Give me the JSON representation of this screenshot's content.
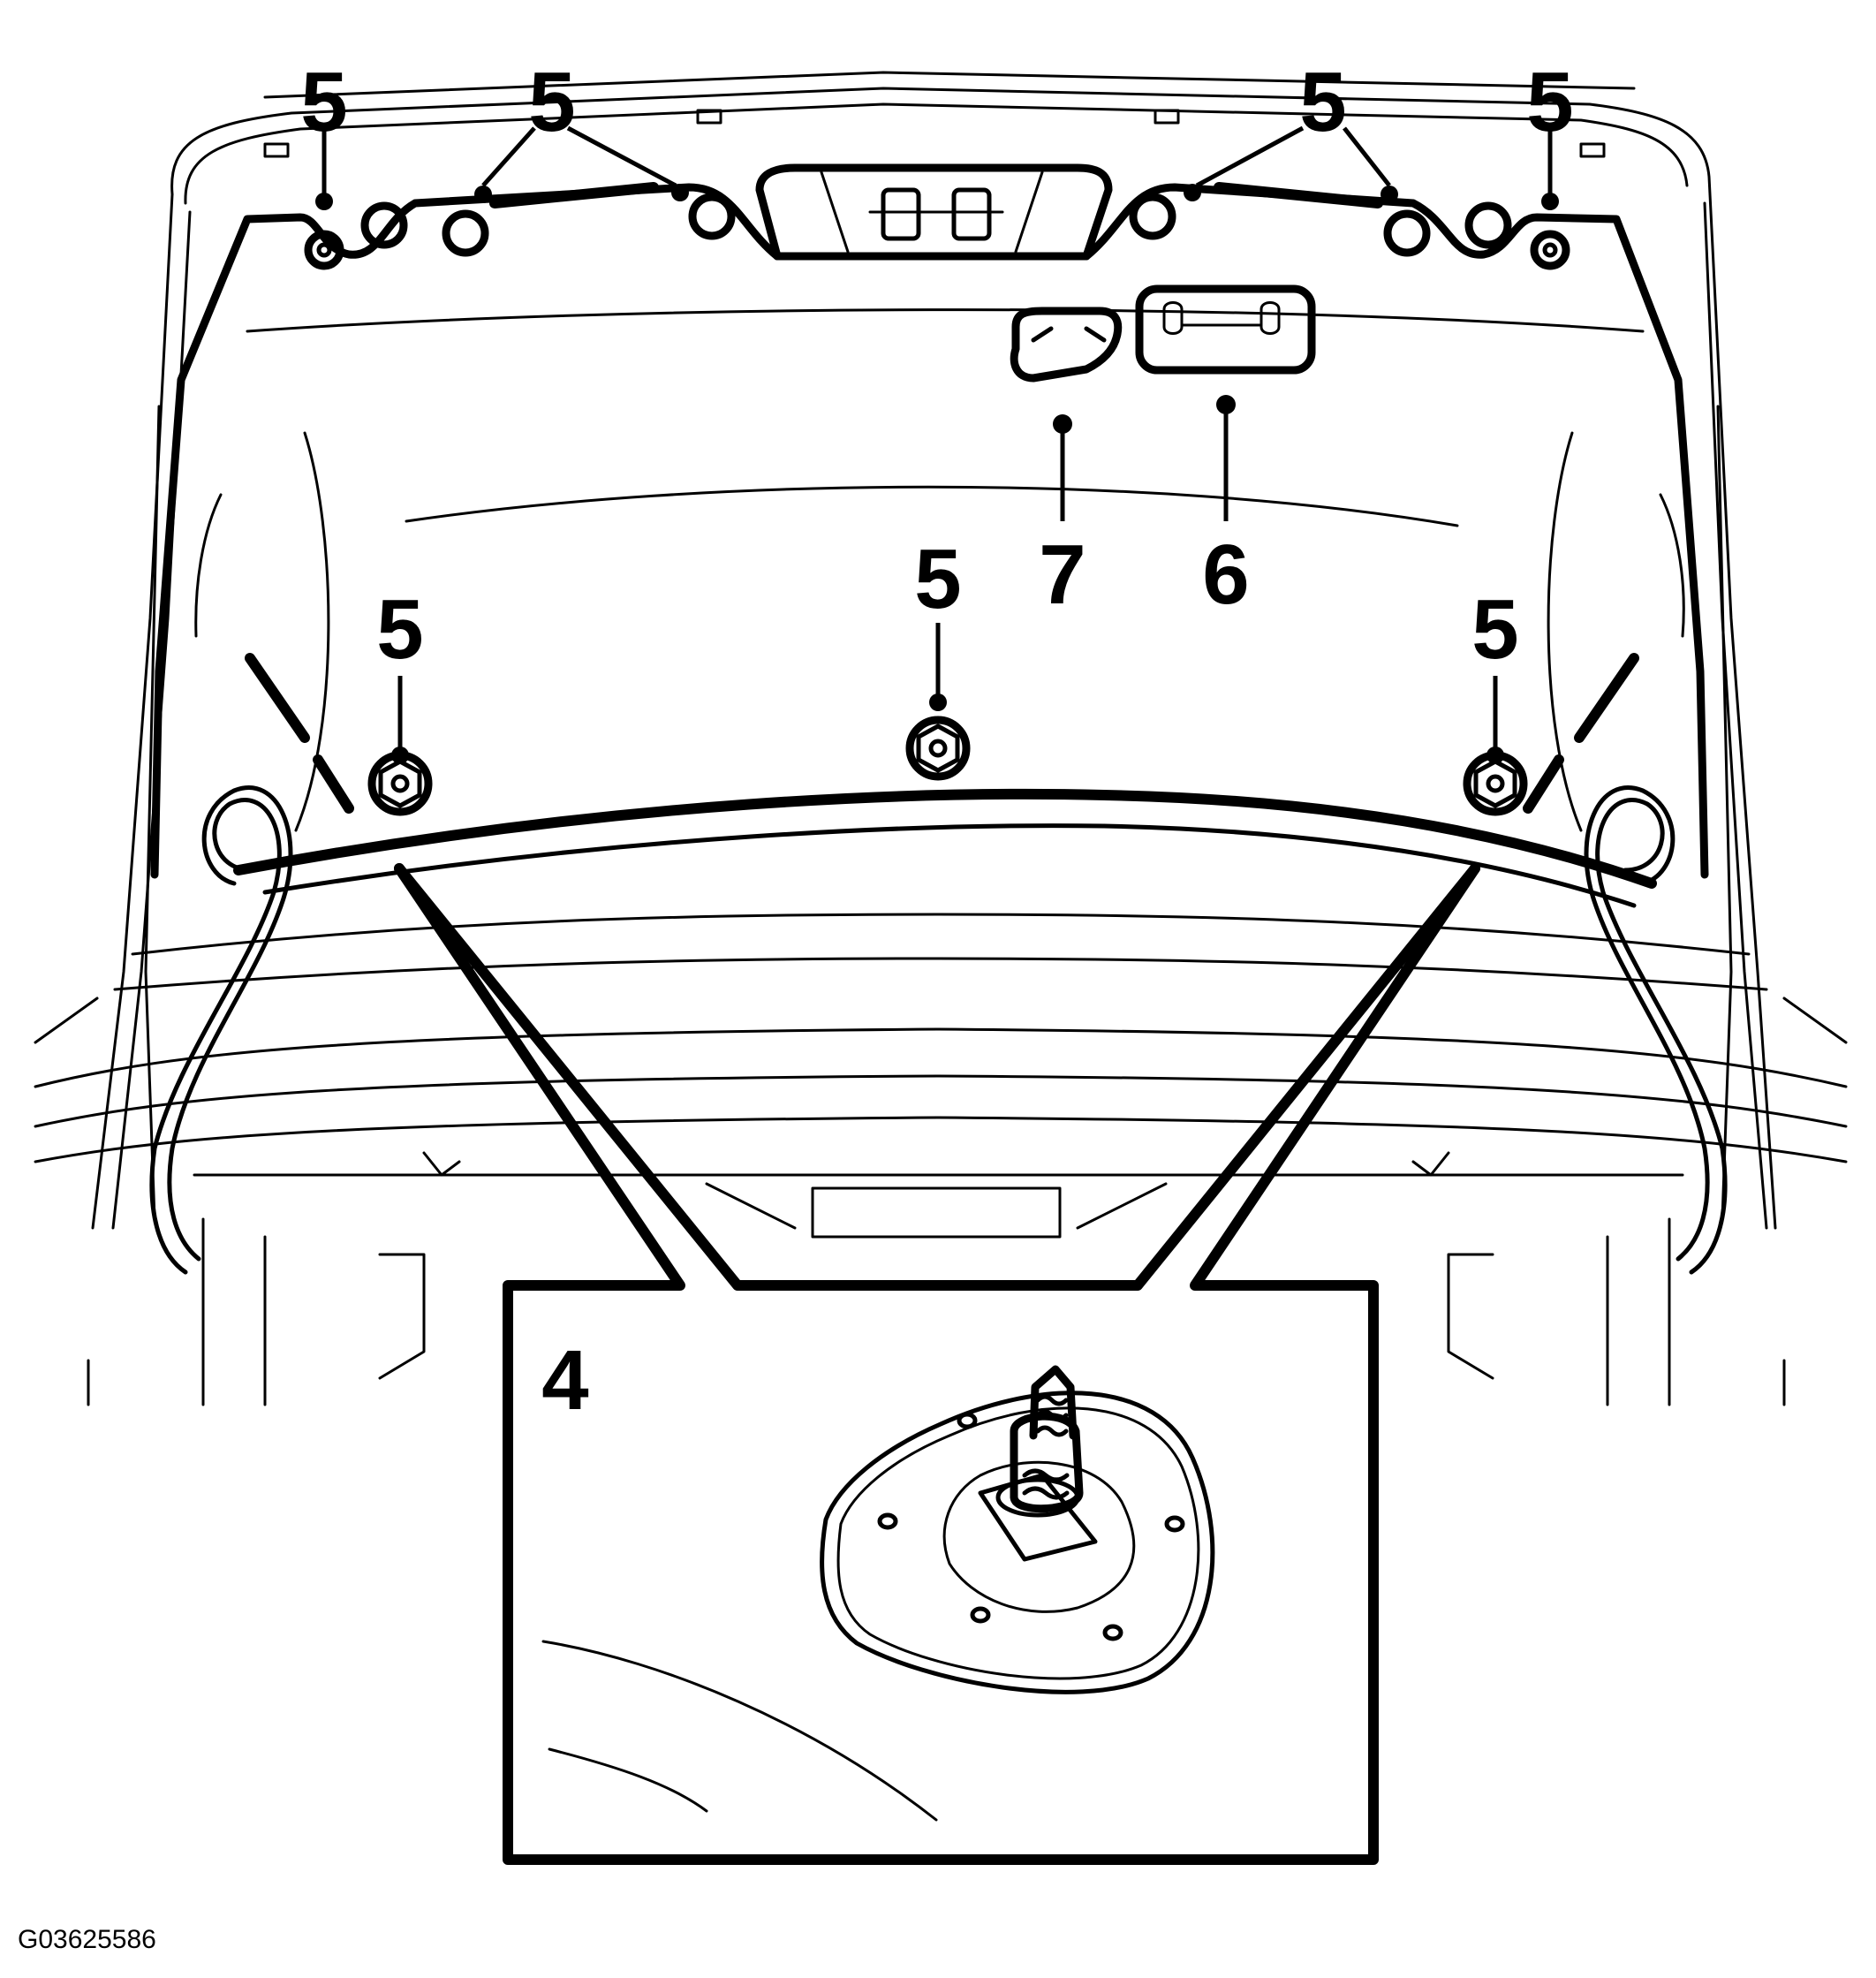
{
  "figure": {
    "code": "G03625586",
    "callouts": {
      "clip_top_1": "5",
      "clip_top_2": "5",
      "clip_top_3": "5",
      "clip_top_4": "5",
      "clip_mid_left": "5",
      "clip_mid_center": "5",
      "clip_mid_right": "5",
      "item_6": "6",
      "item_7": "7",
      "detail": "4"
    }
  }
}
